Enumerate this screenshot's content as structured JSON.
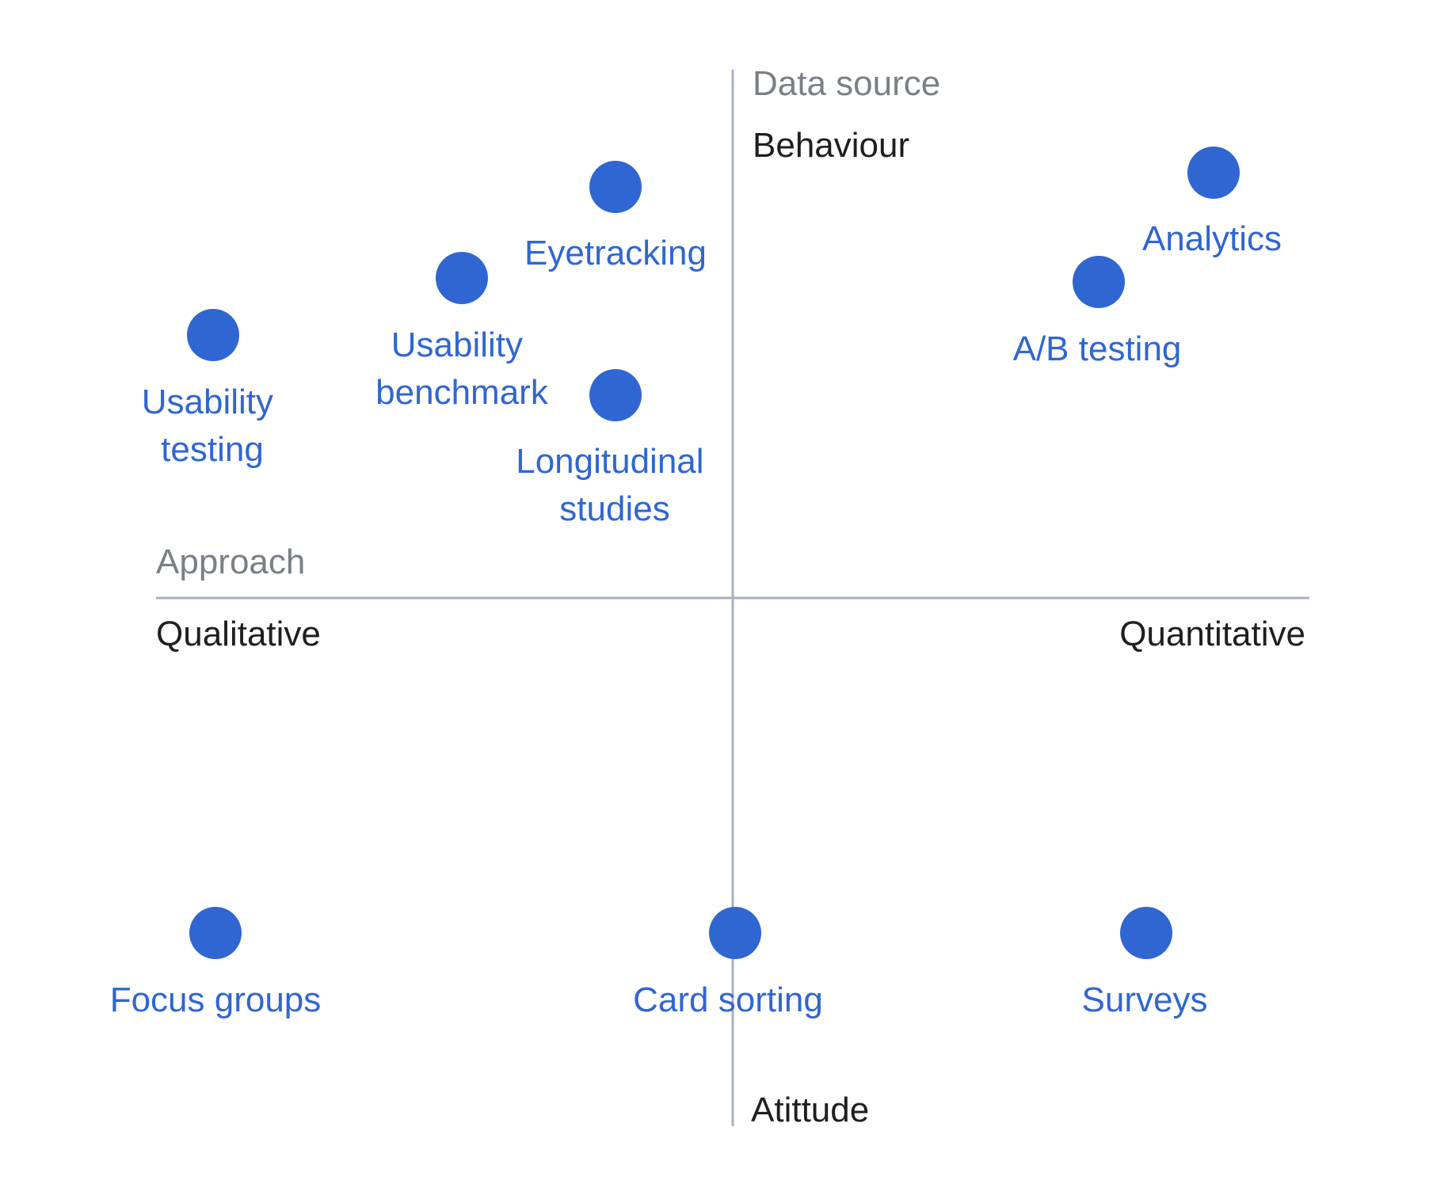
{
  "axes": {
    "vertical": {
      "title": "Data source",
      "top_label": "Behaviour",
      "bottom_label": "Atittude"
    },
    "horizontal": {
      "title": "Approach",
      "left_label": "Qualitative",
      "right_label": "Quantitative"
    }
  },
  "methods": [
    {
      "id": "eyetracking",
      "label_lines": [
        "Eyetracking"
      ]
    },
    {
      "id": "usability-benchmark",
      "label_lines": [
        "Usability",
        "benchmark"
      ]
    },
    {
      "id": "usability-testing",
      "label_lines": [
        "Usability",
        "testing"
      ]
    },
    {
      "id": "longitudinal-studies",
      "label_lines": [
        "Longitudinal",
        "studies"
      ]
    },
    {
      "id": "analytics",
      "label_lines": [
        "Analytics"
      ]
    },
    {
      "id": "ab-testing",
      "label_lines": [
        "A/B testing"
      ]
    },
    {
      "id": "focus-groups",
      "label_lines": [
        "Focus groups"
      ]
    },
    {
      "id": "card-sorting",
      "label_lines": [
        "Card sorting"
      ]
    },
    {
      "id": "surveys",
      "label_lines": [
        "Surveys"
      ]
    }
  ],
  "colors": {
    "accent": "#3066d1",
    "axis_line": "#a9b1be",
    "axis_title": "#7b7f86",
    "axis_end": "#1f1f1f",
    "background": "#ffffff"
  }
}
